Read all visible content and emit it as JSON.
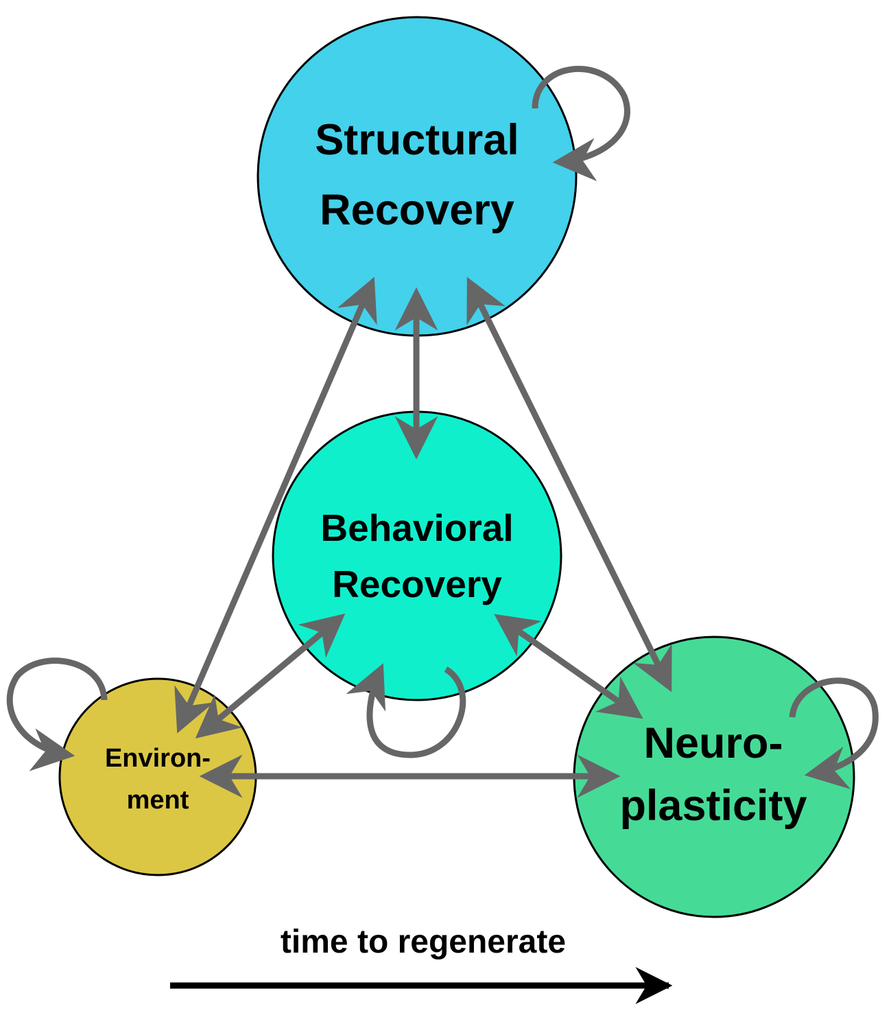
{
  "nodes": {
    "structural": {
      "line1": "Structural",
      "line2": "Recovery",
      "color": "#44d1eb"
    },
    "behavioral": {
      "line1": "Behavioral",
      "line2": "Recovery",
      "color": "#10efcc"
    },
    "neuro": {
      "line1": "Neuro-",
      "line2": "plasticity",
      "color": "#45db97"
    },
    "environment": {
      "line1": "Environ-",
      "line2": "ment",
      "color": "#dcc744"
    }
  },
  "edge_color": "#666666",
  "time_axis": {
    "label": "time to regenerate"
  }
}
